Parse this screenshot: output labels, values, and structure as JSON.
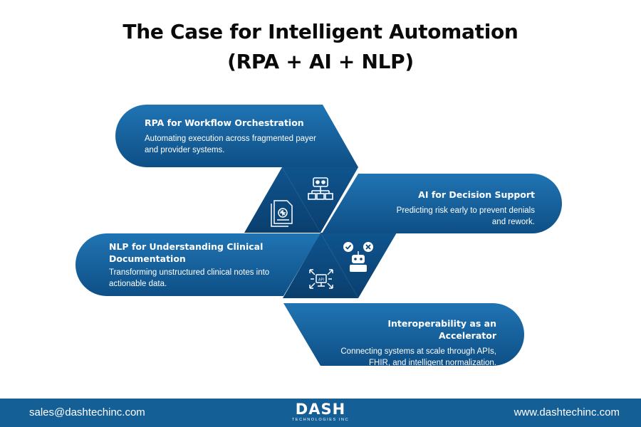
{
  "title": {
    "line1": "The Case for Intelligent Automation",
    "line2": "(RPA + AI + NLP)"
  },
  "cards": [
    {
      "heading": "RPA for Workflow Orchestration",
      "body": "Automating execution across fragmented payer and provider systems.",
      "icon": "workflow-chart-icon"
    },
    {
      "heading": "AI for Decision Support",
      "body": "Predicting risk early to prevent denials and rework.",
      "icon": "robot-decision-icon"
    },
    {
      "heading": "NLP for Understanding Clinical Documentation",
      "body": "Transforming unstructured clinical notes into actionable data.",
      "icon": "document-brain-icon"
    },
    {
      "heading": "Interoperability as an Accelerator",
      "body": "Connecting systems at scale through APIs, FHIR, and intelligent normalization.",
      "icon": "api-network-icon"
    }
  ],
  "footer": {
    "email": "sales@dashtechinc.com",
    "website": "www.dashtechinc.com",
    "logo_word": "DASH",
    "logo_sub": "TECHNOLOGIES INC"
  },
  "colors": {
    "band_top": "#1f6fae",
    "band_bottom": "#0d4d82",
    "triangle_dark": "#0c4678",
    "footer": "#155f97"
  }
}
